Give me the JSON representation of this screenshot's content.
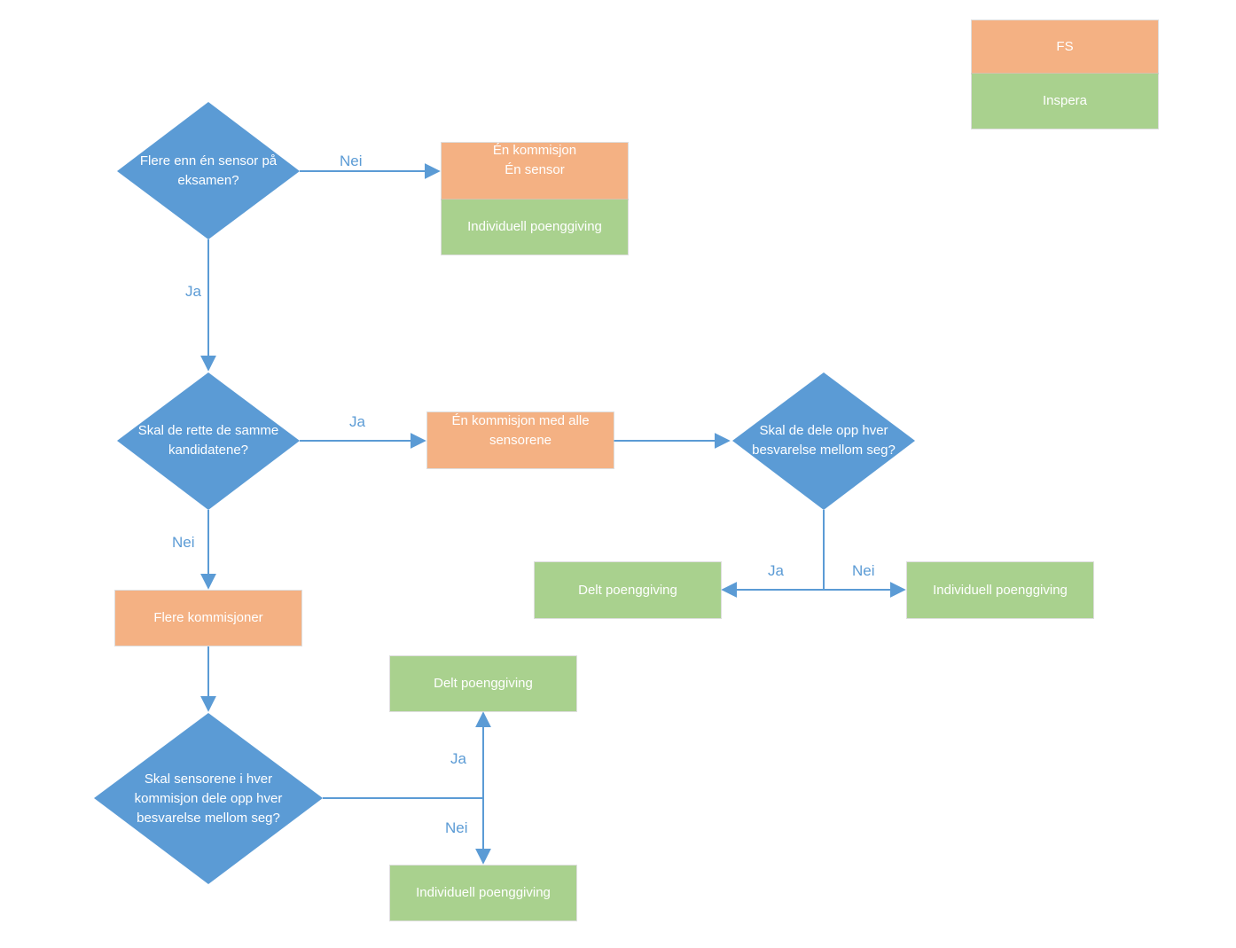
{
  "colors": {
    "decision": "#5b9bd5",
    "fs": "#f4b183",
    "inspera": "#a9d18e",
    "connector": "#5b9bd5",
    "text_on_shape": "#ffffff"
  },
  "legend": {
    "fs": "FS",
    "inspera": "Inspera"
  },
  "decisions": {
    "d1": "Flere enn én sensor på\neksamen?",
    "d2": "Skal de rette de samme\nkandidatene?",
    "d3": "Skal de dele opp hver\nbesvarelse mellom seg?",
    "d4": "Skal sensorene i hver\nkommisjon dele opp hver\nbesvarelse mellom seg?"
  },
  "boxes": {
    "one_commission": "Én kommisjon\nÉn sensor",
    "individual_top": "Individuell poenggiving",
    "one_commission_all": "Én kommisjon med alle\nsensorene",
    "shared_right": "Delt poenggiving",
    "individual_right": "Individuell poenggiving",
    "several_commissions": "Flere kommisjoner",
    "shared_bottom": "Delt poenggiving",
    "individual_bottom": "Individuell poenggiving"
  },
  "edge_labels": {
    "d1_no": "Nei",
    "d1_yes": "Ja",
    "d2_yes": "Ja",
    "d2_no": "Nei",
    "d3_yes": "Ja",
    "d3_no": "Nei",
    "d4_yes": "Ja",
    "d4_no": "Nei"
  }
}
